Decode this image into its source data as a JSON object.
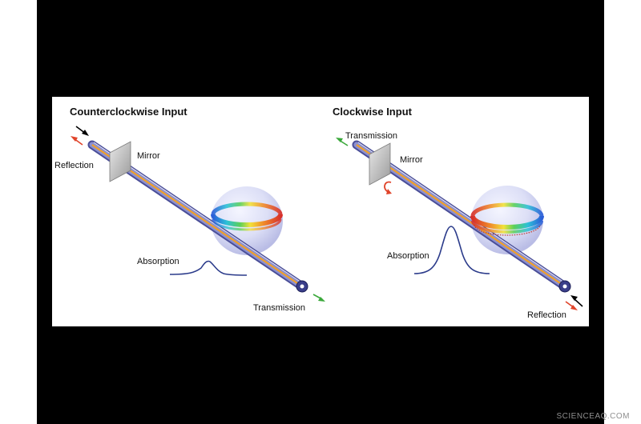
{
  "left": {
    "title": "Counterclockwise Input",
    "reflection": "Reflection",
    "mirror": "Mirror",
    "absorption": "Absorption",
    "transmission": "Transmission"
  },
  "right": {
    "title": "Clockwise Input",
    "transmission": "Transmission",
    "mirror": "Mirror",
    "absorption": "Absorption",
    "reflection": "Reflection"
  },
  "watermark": "SCIENCEAQ.COM",
  "colors": {
    "background": "#000000",
    "panel": "#ffffff",
    "fiber": "#6b6fb5",
    "beam": "#f0a02a",
    "arrow_in": "#000000",
    "arrow_reflect": "#e0442a",
    "arrow_transmit": "#3aa83a",
    "curve": "#2a3a8a",
    "sphere": "#c9cdf0"
  },
  "icons": [
    "mirror-plate",
    "microsphere",
    "ring-resonator",
    "fiber-end",
    "direction-arrow"
  ]
}
